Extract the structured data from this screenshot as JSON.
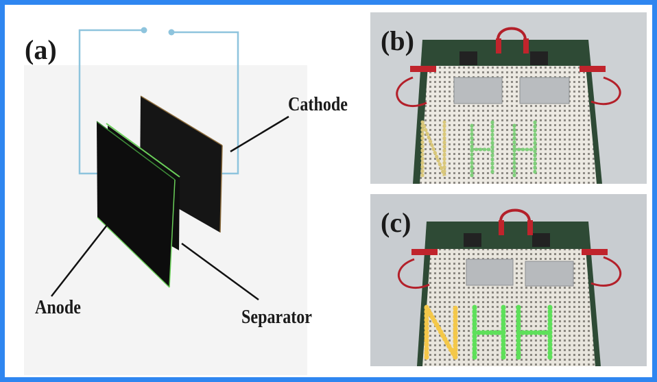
{
  "panels": {
    "a": "(a)",
    "b": "(b)",
    "c": "(c)"
  },
  "labels": {
    "cathode": "Cathode",
    "anode": "Anode",
    "separator": "Separator"
  },
  "colors": {
    "frame": "#2f86f0",
    "wire": "#8ec4dd",
    "electrode": "#111111",
    "separator_edge": "#6bd05a",
    "led_green": "#5ee05a",
    "led_yellow": "#f4c84a"
  },
  "icons": {
    "switch_terminal": "circle-terminal-icon"
  }
}
